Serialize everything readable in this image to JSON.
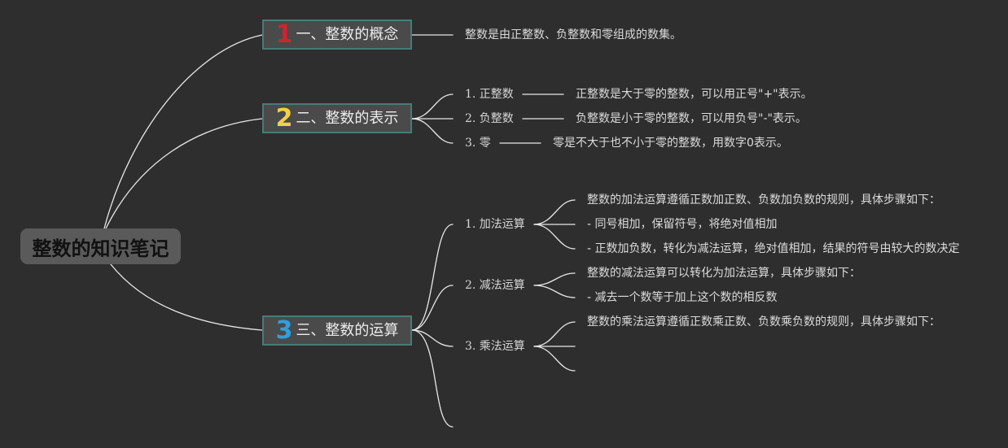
{
  "root": {
    "label": "整数的知识笔记"
  },
  "topics": [
    {
      "num": "1",
      "num_color": "#d3222e",
      "label": "一、整数的概念"
    },
    {
      "num": "2",
      "num_color": "#f2d04b",
      "label": "二、整数的表示"
    },
    {
      "num": "3",
      "num_color": "#2f9fe0",
      "label": "三、整数的运算"
    }
  ],
  "concept": {
    "note": "整数是由正整数、负整数和零组成的数集。"
  },
  "representation": [
    {
      "label": "1. 正整数",
      "note": "正整数是大于零的整数，可以用正号\"+\"表示。"
    },
    {
      "label": "2. 负整数",
      "note": "负整数是小于零的整数，可以用负号\"-\"表示。"
    },
    {
      "label": "3. 零",
      "note": "零是不大于也不小于零的整数，用数字0表示。"
    }
  ],
  "operations": [
    {
      "label": "1. 加法运算",
      "notes": [
        "整数的加法运算遵循正数加正数、负数加负数的规则，具体步骤如下：",
        "- 同号相加，保留符号，将绝对值相加",
        "- 正数加负数，转化为减法运算，绝对值相加，结果的符号由较大的数决定"
      ]
    },
    {
      "label": "2. 减法运算",
      "notes": [
        "整数的减法运算可以转化为加法运算，具体步骤如下：",
        "- 减去一个数等于加上这个数的相反数"
      ]
    },
    {
      "label": "3. 乘法运算",
      "notes": [
        "整数的乘法运算遵循正数乘正数、负数乘负数的规则，具体步骤如下：",
        "",
        ""
      ]
    }
  ],
  "colors": {
    "background": "#2e2e2e",
    "line": "#e8e8e8",
    "topic_border": "#4a7a76",
    "topic_fill": "#4a4a4a",
    "root_fill": "#5a5a5a"
  }
}
